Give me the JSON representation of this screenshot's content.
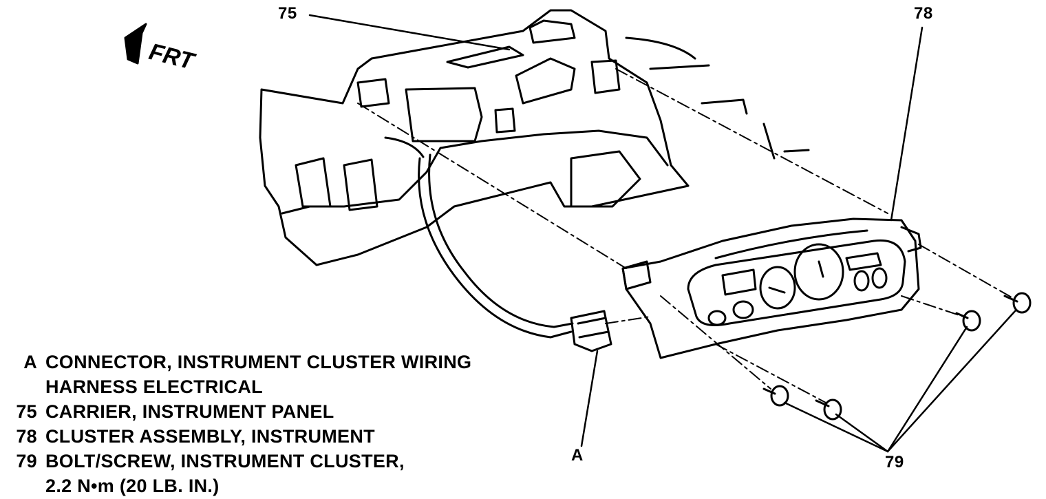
{
  "orientation": {
    "label": "FRT",
    "icon": "front-arrow-icon"
  },
  "callouts": {
    "c75": "75",
    "c78": "78",
    "cA": "A",
    "c79": "79"
  },
  "legend": [
    {
      "key": "A",
      "lines": [
        "CONNECTOR, INSTRUMENT CLUSTER WIRING",
        "HARNESS  ELECTRICAL"
      ]
    },
    {
      "key": "75",
      "lines": [
        "CARRIER, INSTRUMENT PANEL"
      ]
    },
    {
      "key": "78",
      "lines": [
        "CLUSTER ASSEMBLY, INSTRUMENT"
      ]
    },
    {
      "key": "79",
      "lines": [
        "BOLT/SCREW, INSTRUMENT CLUSTER,",
        "2.2 N•m (20 LB. IN.)"
      ]
    }
  ]
}
